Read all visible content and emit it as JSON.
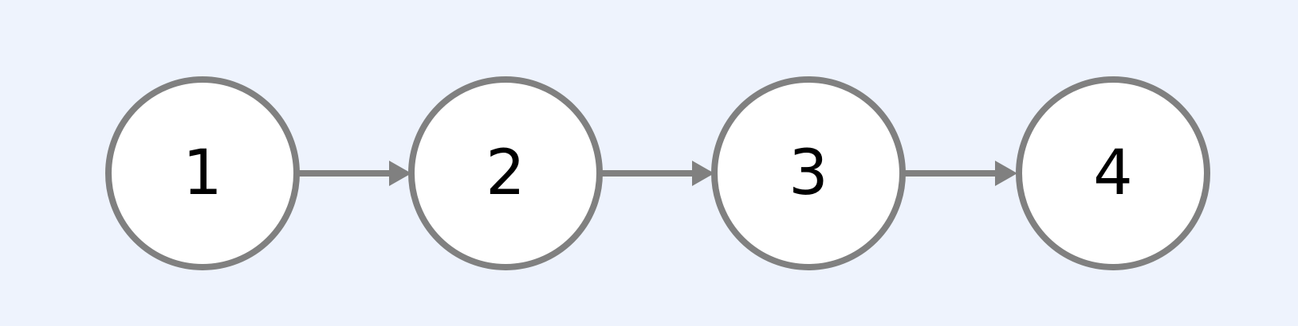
{
  "background": "#eef3fd",
  "stroke_color": "#808080",
  "node_fill": "#ffffff",
  "label_color": "#000000",
  "nodes": [
    {
      "id": "n1",
      "label": "1"
    },
    {
      "id": "n2",
      "label": "2"
    },
    {
      "id": "n3",
      "label": "3"
    },
    {
      "id": "n4",
      "label": "4"
    }
  ],
  "edges": [
    {
      "from": "n1",
      "to": "n2"
    },
    {
      "from": "n2",
      "to": "n3"
    },
    {
      "from": "n3",
      "to": "n4"
    }
  ]
}
